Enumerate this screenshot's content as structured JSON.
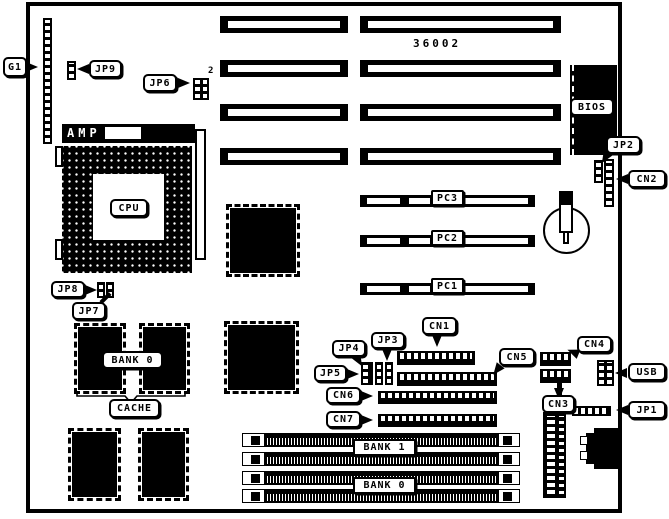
{
  "diagram": {
    "title": "motherboard-layout-diagram",
    "board_number": "36002",
    "colors": {
      "ink": "#000000",
      "paper": "#ffffff"
    },
    "labels": {
      "g1": "G1",
      "jp9": "JP9",
      "jp6": "JP6",
      "jp6_pin": "2",
      "amp": "AMP",
      "cpu": "CPU",
      "bios": "BIOS",
      "jp2": "JP2",
      "cn2": "CN2",
      "pc3": "PC3",
      "pc2": "PC2",
      "pc1": "PC1",
      "jp8": "JP8",
      "jp7": "JP7",
      "cache_bank0": "BANK 0",
      "cache": "CACHE",
      "cn1": "CN1",
      "jp3": "JP3",
      "jp4": "JP4",
      "jp5": "JP5",
      "cn5": "CN5",
      "cn6": "CN6",
      "cn7": "CN7",
      "bank1": "BANK 1",
      "bank0": "BANK 0",
      "cn4": "CN4",
      "cn3": "CN3",
      "usb": "USB",
      "jp1": "JP1"
    }
  }
}
